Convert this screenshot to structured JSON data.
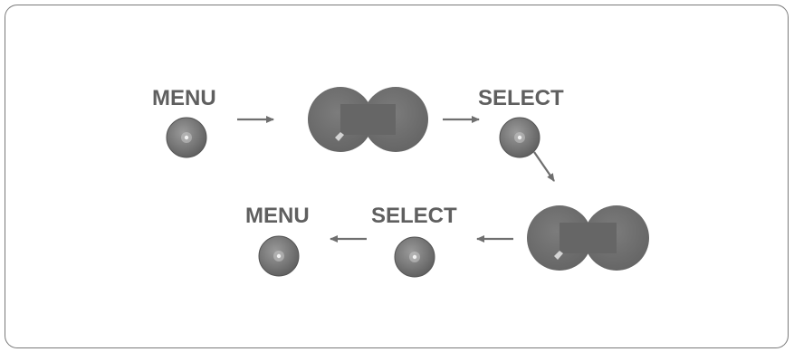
{
  "labels": {
    "menu_top": "MENU",
    "select_top": "SELECT",
    "select_bottom": "SELECT",
    "menu_bottom": "MENU"
  },
  "icons": [
    "menu-button-icon",
    "select-button-icon",
    "move-control-icon",
    "arrow-icon"
  ],
  "colors": {
    "button": "#787878",
    "control": "#707070",
    "arrow": "#707070",
    "text": "#5f5f5f",
    "border": "#7a7a7a"
  }
}
